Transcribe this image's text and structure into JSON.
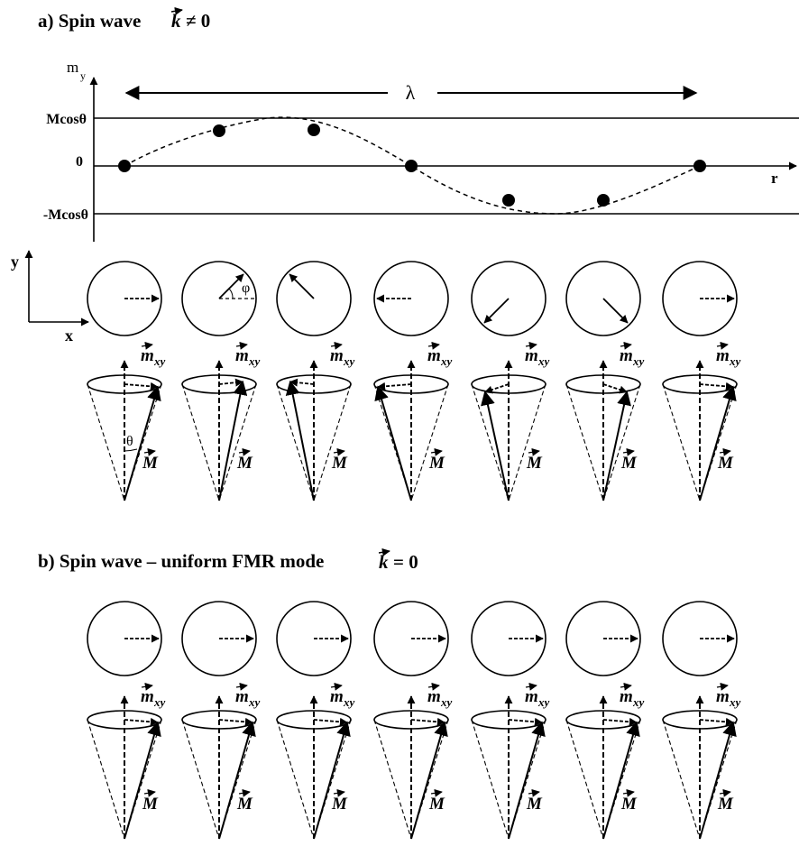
{
  "panel_a": {
    "title_prefix": "a) Spin wave ",
    "title_k": "k",
    "title_relation": "≠ 0",
    "y_axis_label": "m",
    "y_axis_sub": "y",
    "x_axis_label": "r",
    "tick_top": "Mcosθ",
    "tick_zero": "0",
    "tick_bottom": "-Mcosθ",
    "wavelength_label": "λ",
    "phase_angle_label": "φ",
    "cone_angle_label": "θ",
    "frame_y_label": "y",
    "frame_x_label": "x",
    "moment_label": "m",
    "moment_sub": "xy",
    "magnetization_label": "M",
    "phases_deg": [
      0,
      45,
      135,
      180,
      225,
      315,
      0
    ]
  },
  "panel_b": {
    "title_prefix": "b) Spin wave – uniform FMR mode",
    "title_k": "k",
    "title_relation": "= 0",
    "moment_label": "m",
    "moment_sub": "xy",
    "magnetization_label": "M",
    "phases_deg": [
      0,
      0,
      0,
      0,
      0,
      0,
      0
    ]
  }
}
